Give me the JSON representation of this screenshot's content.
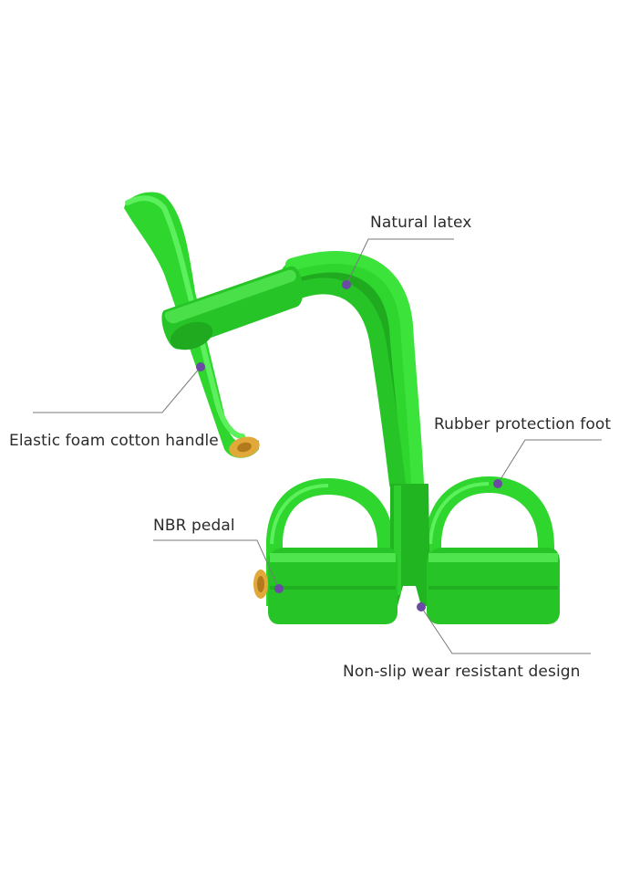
{
  "colors": {
    "product_green": "#2ed62e",
    "product_green_dark": "#1faa1f",
    "product_green_light": "#5cf05c",
    "marker_purple": "#6b4aa3",
    "leader_line": "#7a7a7a",
    "handle_cap": "#e0a93a",
    "label_text": "#2b2b2b",
    "background": "#ffffff"
  },
  "callouts": {
    "natural_latex": "Natural latex",
    "foam_handle": "Elastic foam cotton handle",
    "protection_foot": "Rubber protection foot",
    "nbr_pedal": "NBR pedal",
    "non_slip": "Non-slip wear resistant design"
  }
}
